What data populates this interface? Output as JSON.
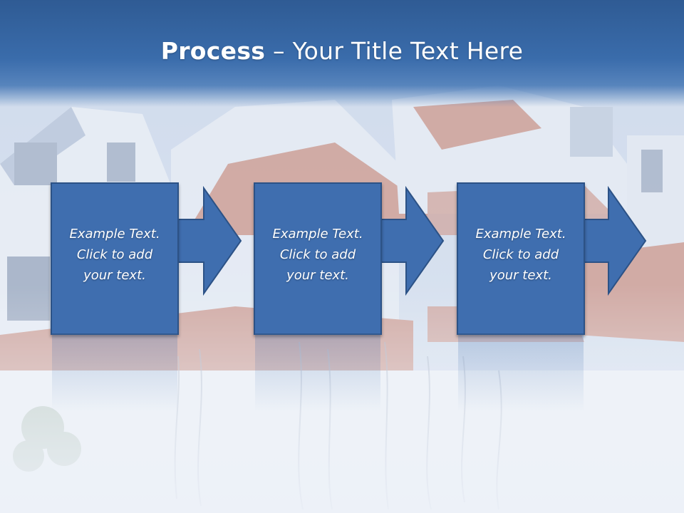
{
  "slide": {
    "title_bold": "Process",
    "title_rest": " – Your Title Text Here"
  },
  "steps": [
    {
      "lines": [
        "Example Text.",
        "Click  to add",
        "your text."
      ]
    },
    {
      "lines": [
        "Example Text.",
        "Click  to add",
        "your text."
      ]
    },
    {
      "lines": [
        "Example Text.",
        "Click  to add",
        "your text."
      ]
    }
  ],
  "colors": {
    "header_dark": "#2f5b94",
    "box_fill": "#3f6eaf",
    "box_border": "#2c5286",
    "roof": "#c87760"
  }
}
